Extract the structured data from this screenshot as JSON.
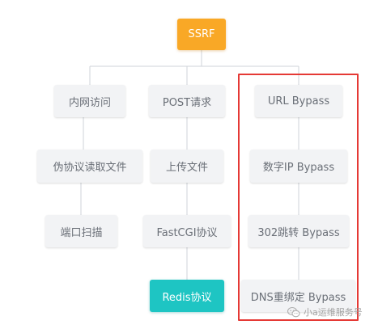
{
  "root": {
    "label": "SSRF"
  },
  "columns": [
    {
      "nodes": [
        {
          "label": "内网访问"
        },
        {
          "label": "伪协议读取文件"
        },
        {
          "label": "端口扫描"
        }
      ]
    },
    {
      "nodes": [
        {
          "label": "POST请求"
        },
        {
          "label": "上传文件"
        },
        {
          "label": "FastCGI协议"
        },
        {
          "label": "Redis协议"
        }
      ]
    },
    {
      "nodes": [
        {
          "label": "URL Bypass"
        },
        {
          "label": "数字IP Bypass"
        },
        {
          "label": "302跳转 Bypass"
        },
        {
          "label": "DNS重绑定 Bypass"
        }
      ]
    }
  ],
  "watermark": {
    "text": "小a运维服务号",
    "icon": "wechat-icon"
  },
  "colors": {
    "root": "#f9a826",
    "highlight": "#1ec5c3",
    "node_bg": "#f2f3f5",
    "node_text": "#6a6f77",
    "connector": "#cfd3d8",
    "red_box": "#e53935"
  }
}
